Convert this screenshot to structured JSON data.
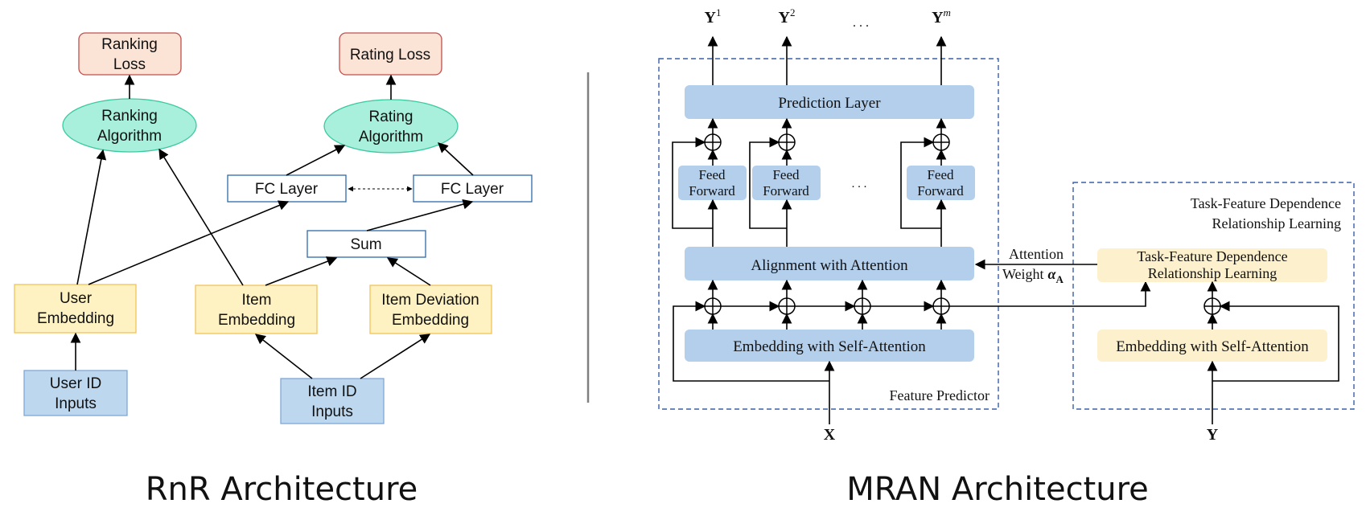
{
  "colors": {
    "loss_fill": "#fbe3d6",
    "loss_stroke": "#c0504d",
    "algo_fill": "#a8f0dc",
    "algo_stroke": "#3cc9a0",
    "emb_fill": "#fff2c2",
    "emb_stroke": "#f2c45a",
    "input_fill": "#bdd7ee",
    "input_stroke": "#7fa7d6",
    "fc_stroke": "#2e6aa8",
    "mran_block": "#b4cfec",
    "mran_yellow": "#fdf0cc",
    "dash_border": "#3b5ea8",
    "divider": "#808080"
  },
  "rnr": {
    "ranking_loss": [
      "Ranking",
      "Loss"
    ],
    "rating_loss": "Rating Loss",
    "ranking_algorithm": [
      "Ranking",
      "Algorithm"
    ],
    "rating_algorithm": [
      "Rating",
      "Algorithm"
    ],
    "fc_layer_left": "FC Layer",
    "fc_layer_right": "FC Layer",
    "sum": "Sum",
    "user_embedding": [
      "User",
      "Embedding"
    ],
    "item_embedding": [
      "Item",
      "Embedding"
    ],
    "item_deviation_embedding": [
      "Item Deviation",
      "Embedding"
    ],
    "user_id_inputs": [
      "User ID",
      "Inputs"
    ],
    "item_id_inputs": [
      "Item ID",
      "Inputs"
    ],
    "caption": "RnR Architecture"
  },
  "mran": {
    "outputs": {
      "y1_base": "Y",
      "y1_sup": "1",
      "y2_base": "Y",
      "y2_sup": "2",
      "ym_base": "Y",
      "ym_sup": "m"
    },
    "ellipsis": ". . .",
    "prediction_layer": "Prediction Layer",
    "feed_forward": [
      "Feed",
      "Forward"
    ],
    "alignment": "Alignment with Attention",
    "embedding_self_attention": "Embedding with Self-Attention",
    "feature_predictor": "Feature Predictor",
    "attention_weight": [
      "Attention",
      "Weight"
    ],
    "alpha_symbol": "α",
    "alpha_sub": "A",
    "tfd_title": [
      "Task-Feature Dependence",
      "Relationship Learning"
    ],
    "tfd_block": [
      "Task-Feature Dependence",
      "Relationship Learning"
    ],
    "embedding_self_attention_right": "Embedding with Self-Attention",
    "input_x": "X",
    "input_y": "Y",
    "caption": "MRAN Architecture"
  }
}
